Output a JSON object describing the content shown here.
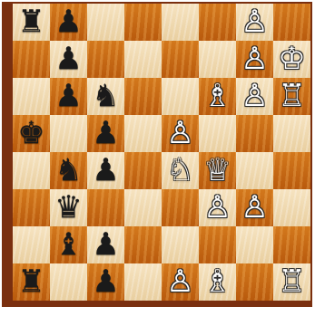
{
  "board": {
    "orientation": "white-bottom",
    "squares_light_color": "#efd9b0",
    "squares_dark_color": "#c8681a",
    "frame_color": "#7a2f0f",
    "ranks": [
      [
        "br",
        "bp",
        "",
        "",
        "",
        "",
        "wp",
        ""
      ],
      [
        "",
        "bp",
        "",
        "",
        "",
        "",
        "wp",
        "wk"
      ],
      [
        "",
        "bp",
        "bn",
        "",
        "",
        "wb",
        "wp",
        "wr"
      ],
      [
        "bk",
        "",
        "bp",
        "",
        "wp",
        "",
        "",
        ""
      ],
      [
        "",
        "bn",
        "bp",
        "",
        "wn",
        "wq",
        "",
        ""
      ],
      [
        "",
        "bq",
        "",
        "",
        "",
        "wp",
        "wp",
        ""
      ],
      [
        "",
        "bb",
        "bp",
        "",
        "",
        "",
        "",
        ""
      ],
      [
        "br",
        "",
        "bp",
        "",
        "wp",
        "wb",
        "",
        "wr"
      ]
    ]
  },
  "glyphs": {
    "wk": "♔",
    "wq": "♕",
    "wr": "♖",
    "wb": "♗",
    "wn": "♘",
    "wp": "♙",
    "bk": "♚",
    "bq": "♛",
    "br": "♜",
    "bb": "♝",
    "bn": "♞",
    "bp": "♟"
  },
  "piece_names": {
    "wk": "white-king-piece",
    "wq": "white-queen-piece",
    "wr": "white-rook-piece",
    "wb": "white-bishop-piece",
    "wn": "white-knight-piece",
    "wp": "white-pawn-piece",
    "bk": "black-king-piece",
    "bq": "black-queen-piece",
    "br": "black-rook-piece",
    "bb": "black-bishop-piece",
    "bn": "black-knight-piece",
    "bp": "black-pawn-piece"
  }
}
